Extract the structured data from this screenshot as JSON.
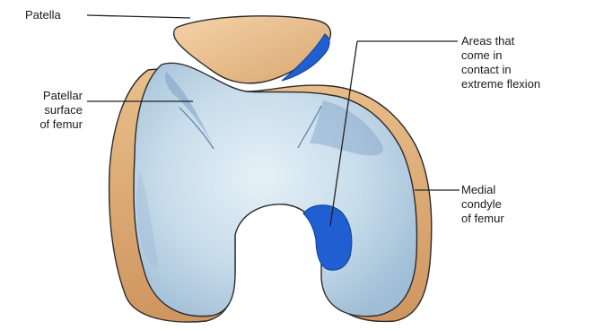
{
  "figure": {
    "structures": [
      "Patella",
      "Femur"
    ],
    "colors": {
      "bone_tan": "#e8bd8a",
      "bone_tan_dark": "#c98e5c",
      "cartilage_light": "#cfe3ee",
      "cartilage_mid": "#a9c7dd",
      "cartilage_shadow": "#7f9fc8",
      "contact_area": "#1f5fd1",
      "outline": "#2b2b2b"
    }
  },
  "labels": {
    "patella": [
      "Patella"
    ],
    "patellar_surface": [
      "Patellar",
      "surface",
      "of femur"
    ],
    "contact_areas": [
      "Areas that",
      "come in",
      "contact in",
      "extreme flexion"
    ],
    "medial_condyle": [
      "Medial",
      "condyle",
      "of femur"
    ]
  }
}
